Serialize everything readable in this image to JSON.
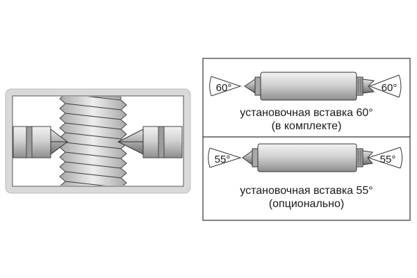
{
  "left_panel": {
    "name": "thread-gauging-illustration"
  },
  "insert_60": {
    "left_angle": "60°",
    "right_angle": "60°",
    "caption_line1": "установочная вставка 60°",
    "caption_line2": "(в комплекте)"
  },
  "insert_55": {
    "left_angle": "55°",
    "right_angle": "55°",
    "caption_line1": "установочная вставка 55°",
    "caption_line2": "(опционально)"
  },
  "colors": {
    "panel_bg": "#dcdcdc",
    "cylinder_light": "#e9e9e9",
    "cylinder_mid": "#bdbdbd",
    "cylinder_dark": "#8a8a8a",
    "outline": "#333333"
  }
}
